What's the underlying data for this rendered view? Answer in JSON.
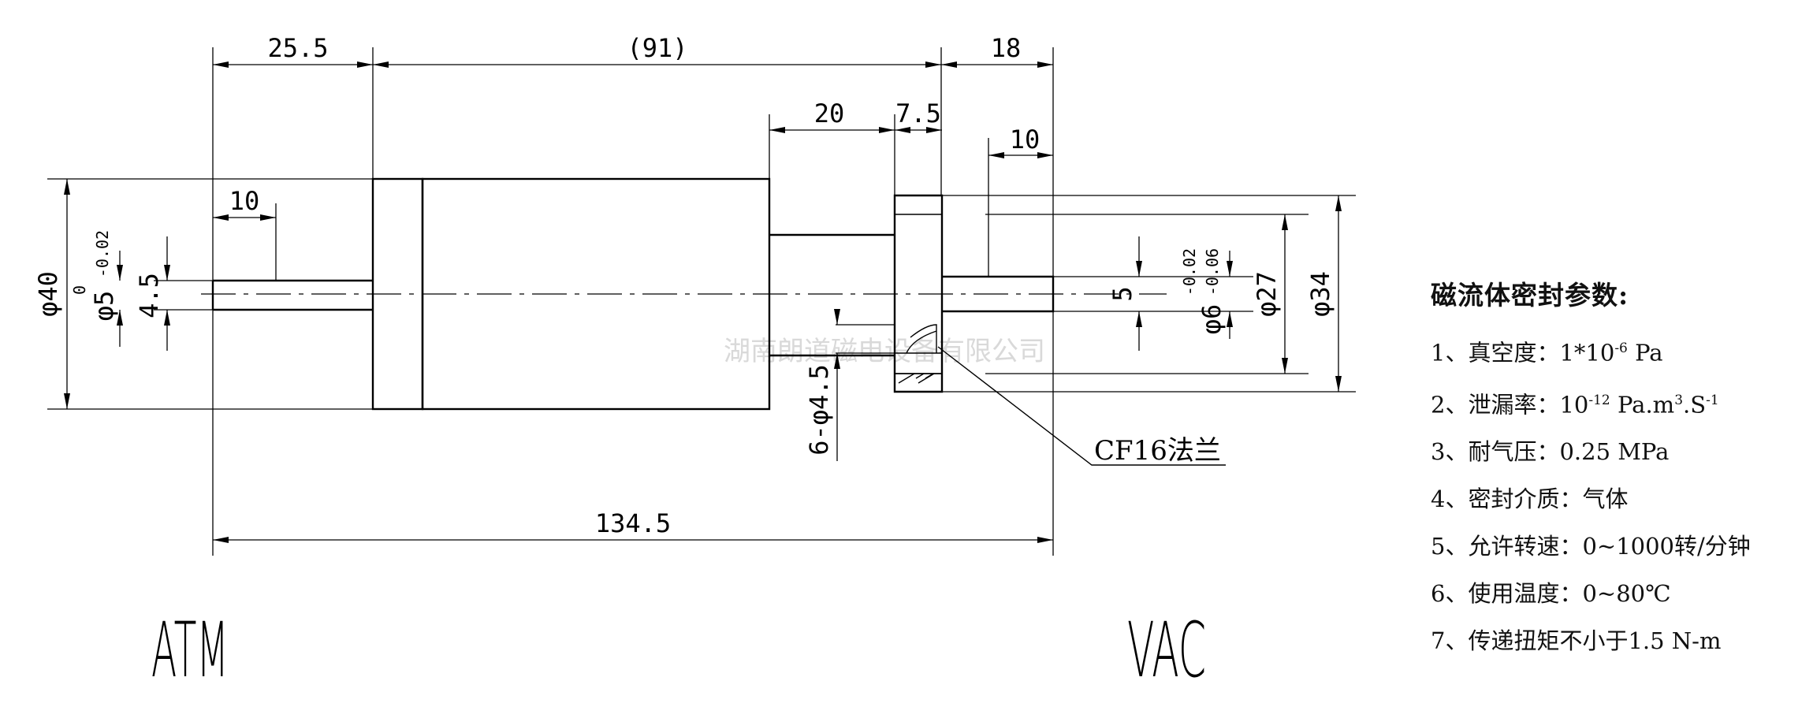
{
  "dimensions": {
    "d_25_5": "25.5",
    "d_91": "(91)",
    "d_18": "18",
    "d_20": "20",
    "d_7_5": "7.5",
    "d_10_right": "10",
    "d_10_left": "10",
    "d_134_5": "134.5",
    "phi40": "φ40",
    "phi5": "φ5",
    "phi5_tol_upper": "0",
    "phi5_tol_lower": "-0.02",
    "d_4_5": "4.5",
    "d_5": "5",
    "phi6": "φ6",
    "phi6_tol_upper": "-0.02",
    "phi6_tol_lower": "-0.06",
    "phi27": "φ27",
    "phi34": "φ34",
    "holes": "6-φ4.5"
  },
  "labels": {
    "cf16": "CF16法兰",
    "atm": "ATM",
    "vac": "VAC",
    "watermark": "湖南朗道磁电设备有限公司"
  },
  "params": {
    "title": "磁流体密封参数:",
    "items": [
      {
        "prefix": "1、真空度：",
        "text": "1*10",
        "sup": "-6",
        "suffix": " Pa"
      },
      {
        "prefix": "2、泄漏率：",
        "text": "10",
        "sup": "-12",
        "suffix": " Pa.m",
        "sup2": "3",
        "suffix2": ".S",
        "sup3": "-1"
      },
      {
        "prefix": "3、耐气压：",
        "text": "0.25 MPa"
      },
      {
        "prefix": "4、密封介质：",
        "text": "气体"
      },
      {
        "prefix": "5、允许转速：",
        "text": "0~1000转/分钟"
      },
      {
        "prefix": "6、使用温度：",
        "text": "0~80℃"
      },
      {
        "prefix": "7、传递扭矩不小于",
        "text": "1.5 N-m"
      }
    ]
  }
}
